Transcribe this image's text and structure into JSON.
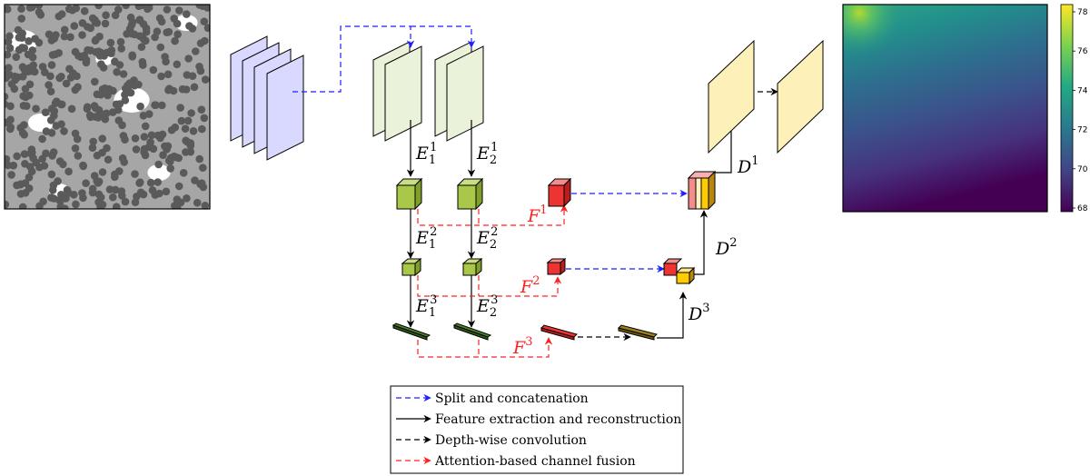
{
  "labels": {
    "E": "E",
    "F": "F",
    "D": "D",
    "e11_sub": "1",
    "e11_sup": "1",
    "e21_sub": "2",
    "e21_sup": "1",
    "e12_sub": "1",
    "e12_sup": "2",
    "e22_sub": "2",
    "e22_sup": "2",
    "e13_sub": "1",
    "e13_sup": "3",
    "e23_sub": "2",
    "e23_sup": "3",
    "f1_sup": "1",
    "f2_sup": "2",
    "f3_sup": "3",
    "d1_sup": "1",
    "d2_sup": "2",
    "d3_sup": "3"
  },
  "colorbar": {
    "ticks": [
      "78",
      "76",
      "74",
      "72",
      "70",
      "68"
    ],
    "colors": [
      "#fde725",
      "#35b779",
      "#21918c",
      "#31688e",
      "#443983",
      "#440154"
    ]
  },
  "legend": {
    "items": [
      {
        "text": "Split and concatenation",
        "color": "#1f1fff",
        "style": "dashed"
      },
      {
        "text": "Feature extraction and reconstruction",
        "color": "#000000",
        "style": "solid"
      },
      {
        "text": "Depth-wise convolution",
        "color": "#000000",
        "style": "dashed"
      },
      {
        "text": "Attention-based channel fusion",
        "color": "#ff2020",
        "style": "dashed"
      }
    ]
  },
  "colors": {
    "input_planes": "#d9d9ff",
    "encoder_planes": "#eaf2da",
    "decoder_planes": "#fdf0b8",
    "encoder_block": "#a9c84a",
    "fusion_block": "#ee3333",
    "decoder_yellow": "#ffcc00",
    "split": "#1f1fff",
    "attention": "#ff2020"
  }
}
